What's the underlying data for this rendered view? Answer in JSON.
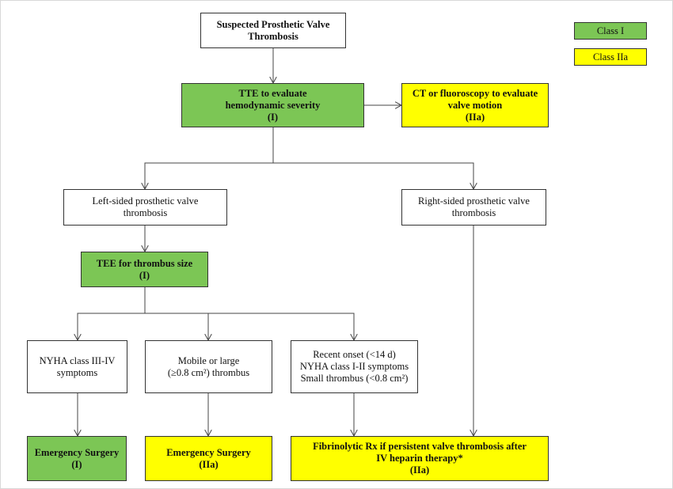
{
  "colors": {
    "class_i": "#7cc655",
    "class_iia": "#ffff00",
    "plain": "#ffffff",
    "stroke": "#444444"
  },
  "legend": [
    {
      "id": "legend-class-i",
      "label": "Class I",
      "class": "class_i"
    },
    {
      "id": "legend-class-iia",
      "label": "Class IIa",
      "class": "class_iia"
    }
  ],
  "nodes": [
    {
      "id": "suspected-pvt",
      "lines": [
        "Suspected Prosthetic Valve",
        "Thrombosis"
      ],
      "fill": "plain",
      "bold": true
    },
    {
      "id": "tte",
      "lines": [
        "TTE to evaluate",
        "hemodynamic severity",
        "(I)"
      ],
      "fill": "class_i",
      "bold": true
    },
    {
      "id": "ct-fluoro",
      "lines": [
        "CT or fluoroscopy to evaluate",
        "valve motion",
        "(IIa)"
      ],
      "fill": "class_iia",
      "bold": true
    },
    {
      "id": "left-sided",
      "lines": [
        "Left-sided prosthetic valve",
        "thrombosis"
      ],
      "fill": "plain",
      "bold": false
    },
    {
      "id": "right-sided",
      "lines": [
        "Right-sided prosthetic valve",
        "thrombosis"
      ],
      "fill": "plain",
      "bold": false
    },
    {
      "id": "tee",
      "lines": [
        "TEE for thrombus size",
        "(I)"
      ],
      "fill": "class_i",
      "bold": true
    },
    {
      "id": "nyha-3-4",
      "lines": [
        "NYHA class III-IV",
        "symptoms"
      ],
      "fill": "plain",
      "bold": false
    },
    {
      "id": "mobile-large",
      "lines": [
        "Mobile or large",
        "(≥0.8 cm²) thrombus"
      ],
      "fill": "plain",
      "bold": false
    },
    {
      "id": "recent-onset",
      "lines": [
        "Recent onset (<14 d)",
        "NYHA class I-II symptoms",
        "Small thrombus (<0.8 cm²)"
      ],
      "fill": "plain",
      "bold": false
    },
    {
      "id": "surgery-i",
      "lines": [
        "Emergency Surgery",
        "(I)"
      ],
      "fill": "class_i",
      "bold": true
    },
    {
      "id": "surgery-iia",
      "lines": [
        "Emergency Surgery",
        "(IIa)"
      ],
      "fill": "class_iia",
      "bold": true
    },
    {
      "id": "fibrinolytic",
      "lines": [
        "Fibrinolytic Rx if persistent valve thrombosis after",
        "IV heparin therapy*",
        "(IIa)"
      ],
      "fill": "class_iia",
      "bold": true
    }
  ],
  "edges": [
    {
      "from": "suspected-pvt",
      "to": "tte"
    },
    {
      "from": "tte",
      "to": "ct-fluoro"
    },
    {
      "from": "tte",
      "to": "left-sided"
    },
    {
      "from": "tte",
      "to": "right-sided"
    },
    {
      "from": "left-sided",
      "to": "tee"
    },
    {
      "from": "tee",
      "to": "nyha-3-4"
    },
    {
      "from": "tee",
      "to": "mobile-large"
    },
    {
      "from": "tee",
      "to": "recent-onset"
    },
    {
      "from": "nyha-3-4",
      "to": "surgery-i"
    },
    {
      "from": "mobile-large",
      "to": "surgery-iia"
    },
    {
      "from": "recent-onset",
      "to": "fibrinolytic"
    },
    {
      "from": "right-sided",
      "to": "fibrinolytic"
    }
  ]
}
